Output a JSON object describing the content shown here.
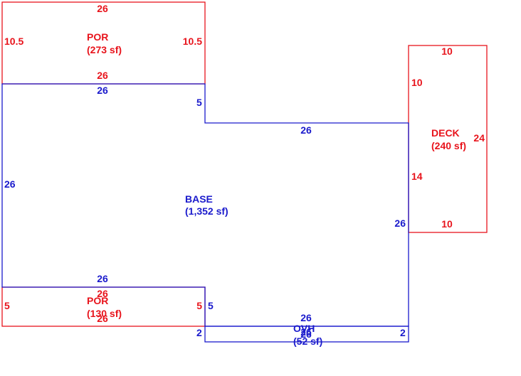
{
  "colors": {
    "por": "#e8141c",
    "base": "#1a1acc",
    "deck": "#e8141c",
    "ovh": "#1a1acc",
    "background": "#ffffff"
  },
  "por_top": {
    "name": "POR",
    "area": "(273 sf)",
    "dim_top": "26",
    "dim_left": "10.5",
    "dim_right": "10.5",
    "dim_bottom": "26"
  },
  "base": {
    "name": "BASE",
    "area": "(1,352 sf)",
    "dim_top": "26",
    "dim_step": "5",
    "dim_step_top": "26",
    "dim_left": "26",
    "dim_right": "26",
    "dim_bottom_left": "26",
    "dim_bottom_step": "5",
    "dim_bottom_right": "26"
  },
  "deck": {
    "name": "DECK",
    "area": "(240 sf)",
    "dim_top": "10",
    "dim_left_upper": "10",
    "dim_left_lower": "14",
    "dim_right": "24",
    "dim_bottom": "10"
  },
  "por_bottom": {
    "name": "POR",
    "area": "(130 sf)",
    "dim_top": "26",
    "dim_left": "5",
    "dim_right": "5",
    "dim_bottom": "26"
  },
  "ovh": {
    "name": "OVH",
    "area": "(52 sf)",
    "dim_top": "26",
    "dim_left": "2",
    "dim_right": "2",
    "dim_bottom": "26"
  }
}
